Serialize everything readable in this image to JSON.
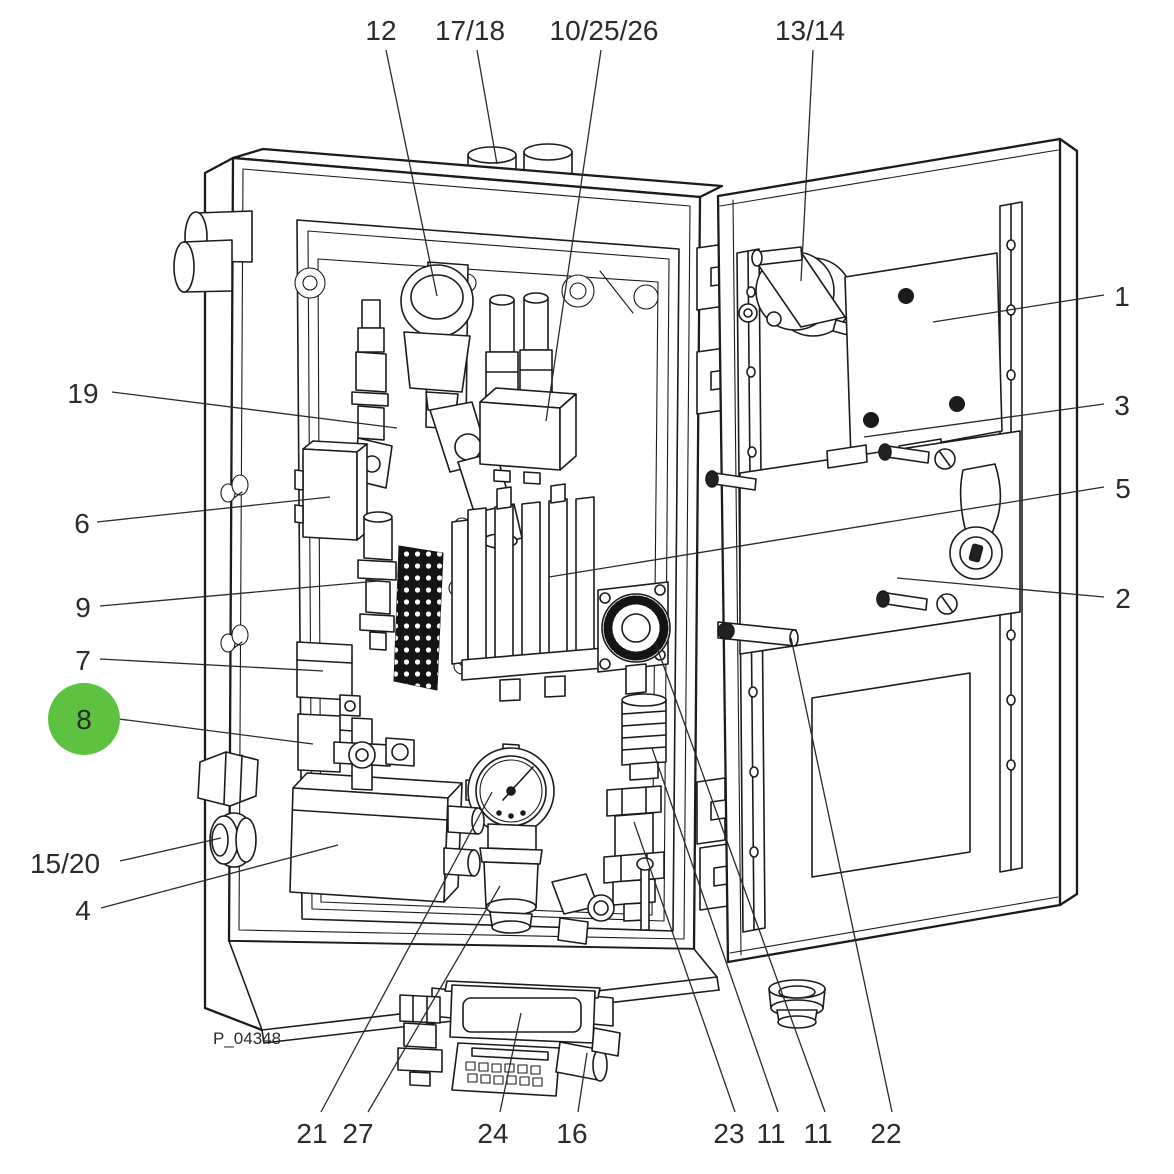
{
  "figure": {
    "code": "P_04348"
  },
  "highlight": {
    "color": "#5cc23f",
    "label": "8"
  },
  "callouts": [
    {
      "text": "12"
    },
    {
      "text": "17/18"
    },
    {
      "text": "10/25/26"
    },
    {
      "text": "13/14"
    },
    {
      "text": "19"
    },
    {
      "text": "6"
    },
    {
      "text": "9"
    },
    {
      "text": "7"
    },
    {
      "text": "8"
    },
    {
      "text": "15/20"
    },
    {
      "text": "4"
    },
    {
      "text": "21"
    },
    {
      "text": "27"
    },
    {
      "text": "24"
    },
    {
      "text": "16"
    },
    {
      "text": "23"
    },
    {
      "text": "11"
    },
    {
      "text": "11"
    },
    {
      "text": "22"
    },
    {
      "text": "1"
    },
    {
      "text": "3"
    },
    {
      "text": "5"
    },
    {
      "text": "2"
    }
  ]
}
